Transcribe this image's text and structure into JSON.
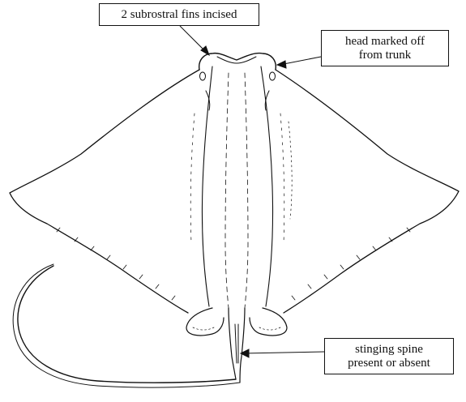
{
  "annotations": {
    "subrostral": {
      "lines": [
        "2 subrostral fins incised"
      ]
    },
    "head": {
      "lines": [
        "head marked off",
        "from trunk"
      ]
    },
    "spine": {
      "lines": [
        "stinging spine",
        "present or absent"
      ]
    }
  },
  "colors": {
    "ink": "#111111",
    "background": "#ffffff"
  }
}
